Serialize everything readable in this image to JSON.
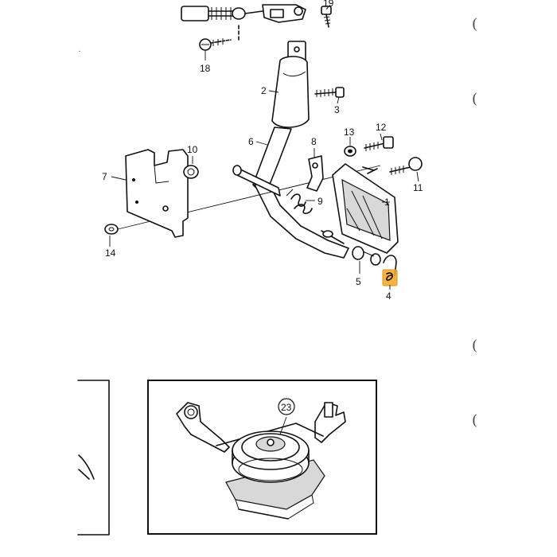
{
  "callouts": [
    "1",
    "2",
    "3",
    "4",
    "5",
    "6",
    "7",
    "8",
    "9",
    "10",
    "11",
    "12",
    "13",
    "14",
    "18",
    "19"
  ],
  "inset_callout": "23",
  "margin_marks": [
    "(",
    "(",
    "(",
    "("
  ],
  "highlight": {
    "part": "4",
    "color": "#f5a623"
  }
}
